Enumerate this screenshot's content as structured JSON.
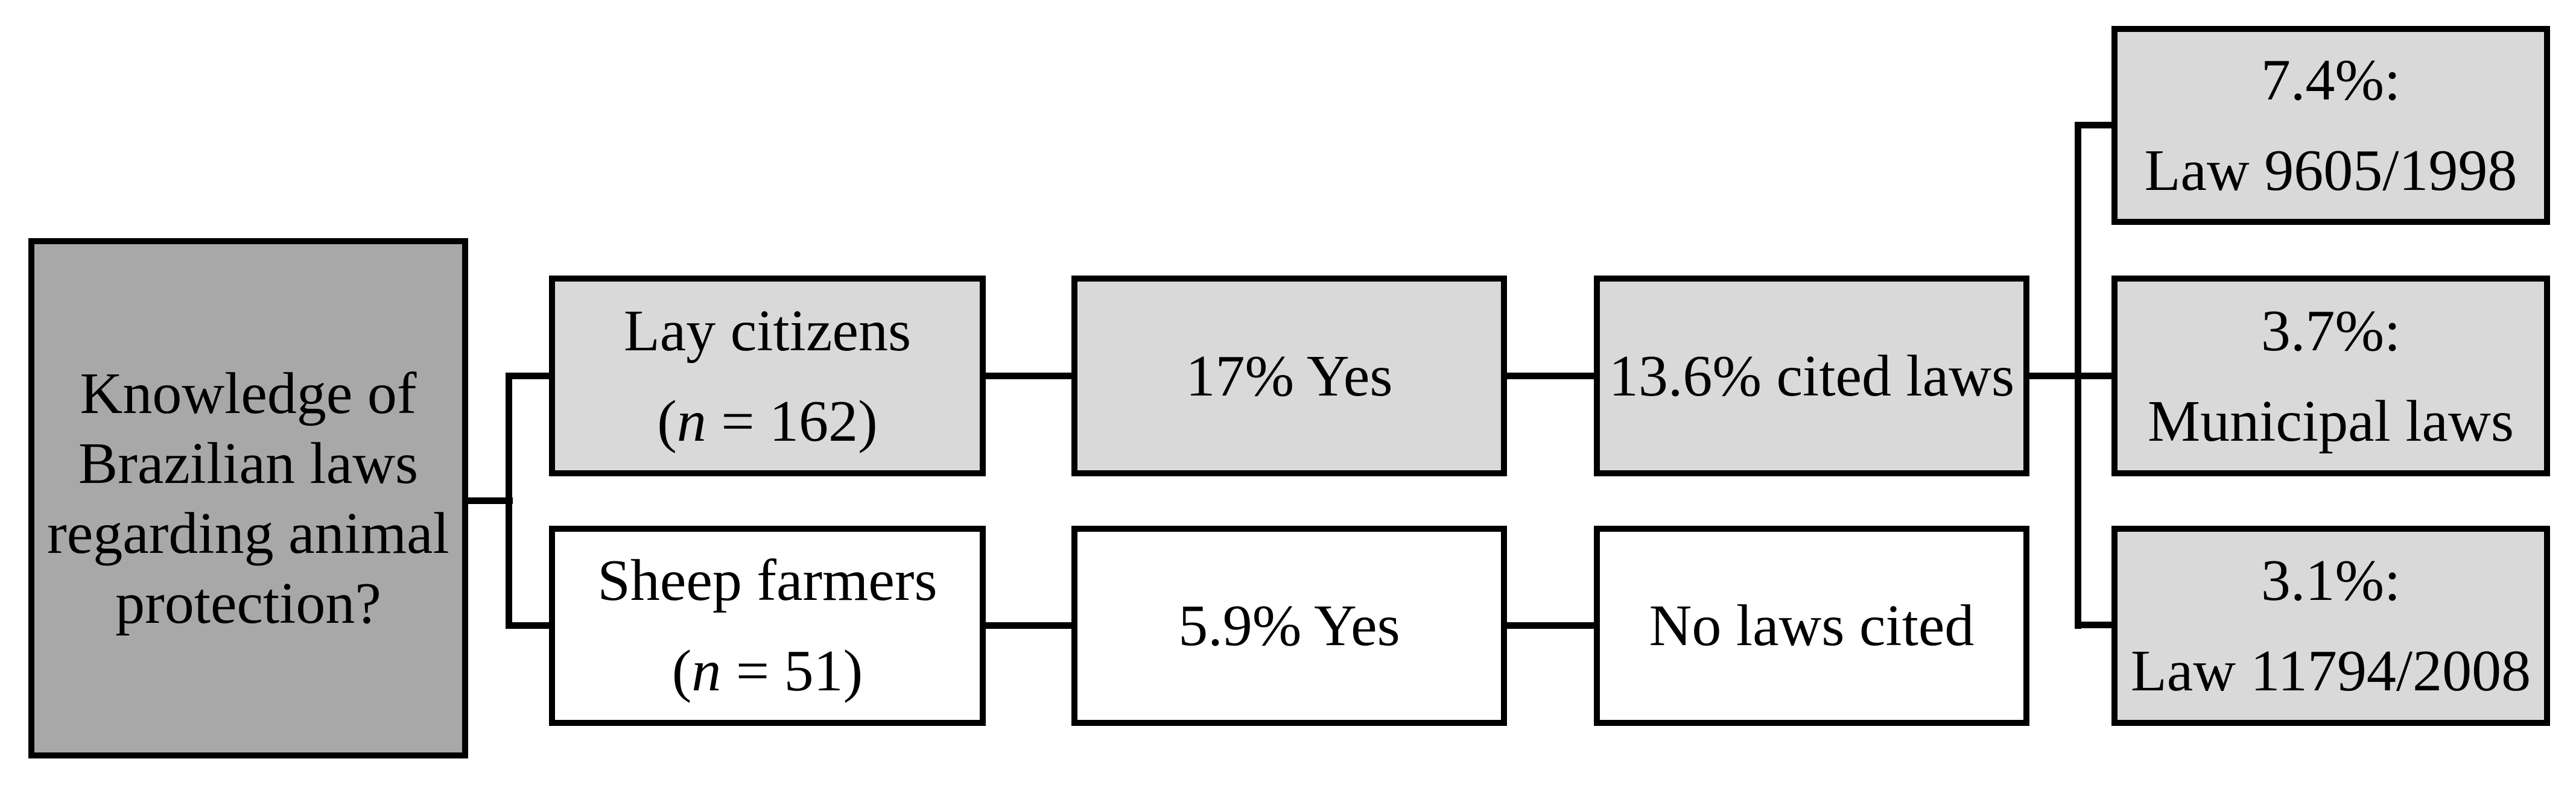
{
  "diagram": {
    "root": {
      "lines": [
        "Knowledge of",
        "Brazilian laws",
        "regarding animal",
        "protection?"
      ]
    },
    "branches": {
      "lay": {
        "line1": "Lay citizens",
        "paren_open": "(",
        "n_symbol": "n",
        "paren_rest": " = 162)"
      },
      "sheep": {
        "line1": "Sheep farmers",
        "paren_open": "(",
        "n_symbol": "n",
        "paren_rest": " = 51)"
      },
      "lay_yes": "17% Yes",
      "sheep_yes": "5.9% Yes",
      "lay_cited": "13.6% cited laws",
      "sheep_cited": "No laws cited"
    },
    "laws": {
      "law1": {
        "line1": "7.4%:",
        "line2": "Law 9605/1998"
      },
      "law2": {
        "line1": "3.7%:",
        "line2": "Municipal laws"
      },
      "law3": {
        "line1": "3.1%:",
        "line2": "Law 11794/2008"
      }
    },
    "colors": {
      "root_fill": "#a8a8a8",
      "branch_fill": "#d9d9d9",
      "white_fill": "#ffffff",
      "line_color": "#000000"
    }
  }
}
